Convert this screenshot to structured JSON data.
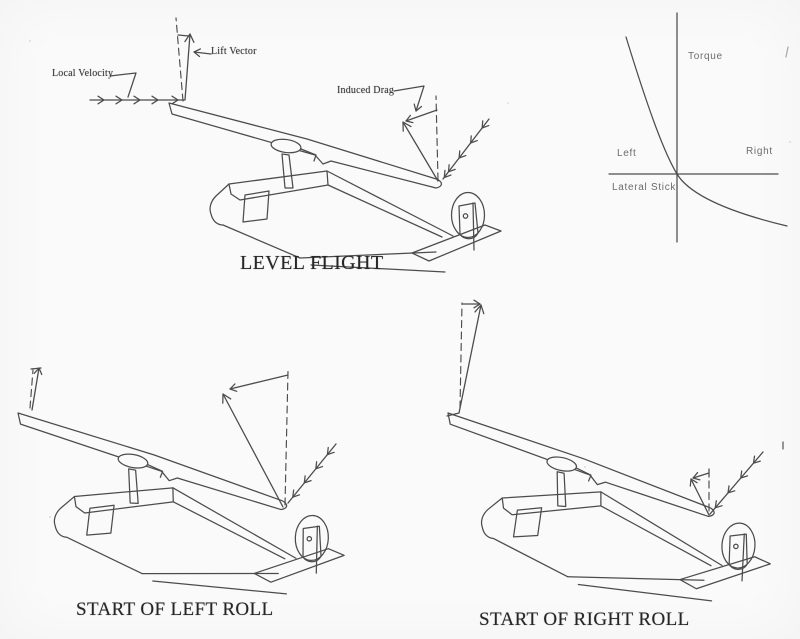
{
  "page": {
    "background": "#fbfafa",
    "ink": "#4c4c4c"
  },
  "panels": {
    "level": {
      "caption": "LEVEL FLIGHT"
    },
    "left_roll": {
      "caption": "START OF LEFT ROLL"
    },
    "right_roll": {
      "caption": "START OF RIGHT ROLL"
    }
  },
  "annotations": {
    "local_velocity": "Local Velocity",
    "lift_vector": "Lift Vector",
    "induced_drag": "Induced Drag"
  },
  "graph": {
    "ylabel": "Torque",
    "xlabel": "Lateral Stick",
    "left_label": "Left",
    "right_label": "Right"
  },
  "chart_data": {
    "type": "line",
    "title": "",
    "xlabel": "Lateral Stick",
    "ylabel": "Torque",
    "x_axis_end_labels": [
      "Left",
      "Right"
    ],
    "x": [
      -0.45,
      -0.35,
      -0.25,
      -0.15,
      -0.05,
      0,
      0.2,
      0.4,
      0.6,
      0.8,
      1.0
    ],
    "y": [
      2.1,
      1.5,
      1.0,
      0.55,
      0.15,
      0,
      -0.28,
      -0.48,
      -0.63,
      -0.75,
      -0.85
    ],
    "axes": "axes cross at origin, no ticks, no gridlines",
    "legend_position": "none"
  }
}
